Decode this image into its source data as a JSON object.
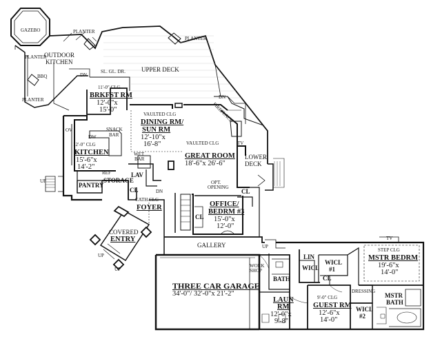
{
  "rooms": {
    "gazebo": {
      "name": "GAZEBO"
    },
    "outdoor_kitchen": {
      "line1": "OUTDOOR",
      "line2": "KITCHEN"
    },
    "planter_left": "PLANTER",
    "planter_top": "PLANTER",
    "planter_right": "PLANTER",
    "planter_bottom": "PLANTER",
    "bbq": "BBQ",
    "upper_deck": "UPPER DECK",
    "sl_gl_dr": "SL. GL. DR.",
    "dn_deck": "DN",
    "brkfst": {
      "clg": "11'-0\" CLG",
      "name": "BRKFST RM",
      "dim1": "12'-0\"x",
      "dim2": "15'-0\""
    },
    "dining": {
      "clg": "VAULTED CLG",
      "name1": "DINING RM/",
      "name2": "SUN RM",
      "dim1": "12'-10\"x",
      "dim2": "16'-8\""
    },
    "kitchen": {
      "clg": "12'-0\" CLG",
      "name": "KITCHEN",
      "dim1": "15'-6\"x",
      "dim2": "14'-2\"",
      "snack": "SNACK",
      "bar": "BAR",
      "ov": "OV",
      "dw": "DW",
      "ref": "REF"
    },
    "wet_bar": {
      "line1": "WET",
      "line2": "BAR"
    },
    "great_room": {
      "clg": "VAULTED CLG",
      "name": "GREAT ROOM",
      "dim": "18'-6\"x 26'-6\""
    },
    "fireplace": "FIREPLACE",
    "tv": "TV",
    "lower_deck": {
      "line1": "LOWER",
      "line2": "DECK"
    },
    "dn_right": "DN",
    "pantry": "PANTRY",
    "storage": "STORAGE",
    "lav": "LAV",
    "cl_1": "CL",
    "cl_2": "CL",
    "cl_3": "CL",
    "cl_4": "CL",
    "up_left": "UP",
    "dn_foyer": "DN",
    "opt_opening": {
      "line1": "OPT.",
      "line2": "OPENING"
    },
    "office": {
      "name1": "OFFICE/",
      "name2": "BEDRM #3",
      "dim1": "15'-0\"x",
      "dim2": "12'-0\""
    },
    "foyer": {
      "clg": "CATH CLG",
      "name": "FOYER"
    },
    "covered_entry": {
      "line1": "COVERED",
      "line2": "ENTRY"
    },
    "up_entry": "UP",
    "up_entry2": "UP",
    "gallery": "GALLERY",
    "up_gallery": "UP",
    "garage": {
      "name": "THREE CAR GARAGE",
      "dim": "34'-0\"/ 32'-0\"x 21'-2\""
    },
    "workshop": {
      "line1": "WORK",
      "line2": "SHOP"
    },
    "bath": "BATH",
    "laun": {
      "name1": "LAUN",
      "name2": "RM",
      "dim1": "12'-0\"x",
      "dim2": "9'-8\""
    },
    "lin": "LIN",
    "wicl_a": "WICL",
    "wicl_1": {
      "line1": "WICL",
      "line2": "#1"
    },
    "guest": {
      "clg": "9'-0\" CLG",
      "name": "GUEST RM",
      "dim1": "12'-6\"x",
      "dim2": "14'-0\""
    },
    "dressing": "DRESSING",
    "wicl_2": {
      "line1": "WICL",
      "line2": "#2"
    },
    "mstr_bath": {
      "line1": "MSTR",
      "line2": "BATH"
    },
    "mstr_bedrm": {
      "clg": "STEP CLG",
      "name": "MSTR BEDRM",
      "dim1": "19'-6\"x",
      "dim2": "14'-0\""
    },
    "tv_mstr": "TV"
  }
}
